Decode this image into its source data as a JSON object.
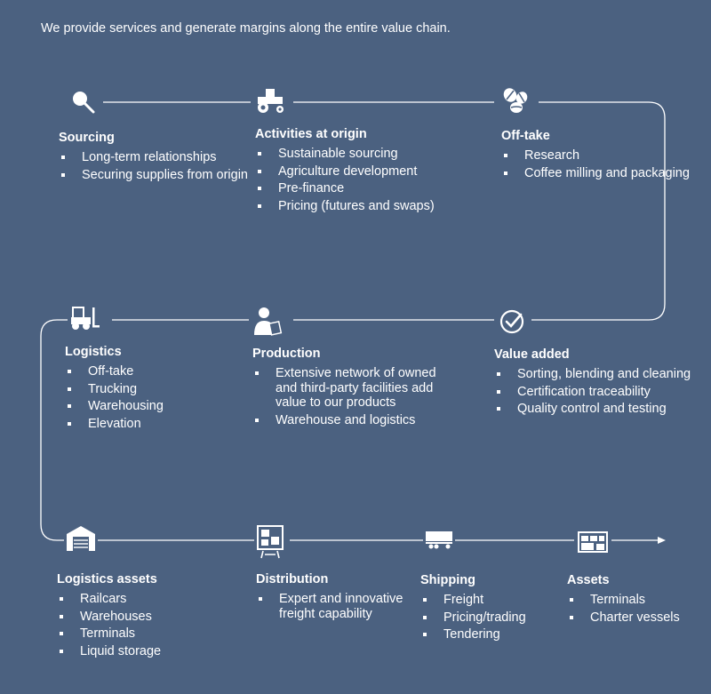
{
  "intro": "We provide services and generate margins along the entire value chain.",
  "colors": {
    "background": "#4b6180",
    "line": "#ffffff",
    "text": "#ffffff"
  },
  "stages": [
    {
      "id": "sourcing",
      "icon": "magnifier-icon",
      "title": "Sourcing",
      "items": [
        "Long-term relationships",
        "Securing supplies from origin"
      ]
    },
    {
      "id": "activities",
      "icon": "tractor-icon",
      "title": "Activities at origin",
      "items": [
        "Sustainable sourcing",
        "Agriculture development",
        "Pre-finance",
        "Pricing (futures and swaps)"
      ]
    },
    {
      "id": "offtake",
      "icon": "coffee-beans-icon",
      "title": "Off-take",
      "items": [
        "Research",
        "Coffee milling and packaging"
      ]
    },
    {
      "id": "logistics",
      "icon": "forklift-icon",
      "title": "Logistics",
      "items": [
        "Off-take",
        "Trucking",
        "Warehousing",
        "Elevation"
      ]
    },
    {
      "id": "production",
      "icon": "worker-clipboard-icon",
      "title": "Production",
      "items": [
        "Extensive network of owned and third-party facilities add value to our products",
        "Warehouse and logistics"
      ]
    },
    {
      "id": "value-added",
      "icon": "check-circle-icon",
      "title": "Value added",
      "items": [
        "Sorting, blending and cleaning",
        "Certification traceability",
        "Quality control and testing"
      ]
    },
    {
      "id": "logistics-assets",
      "icon": "warehouse-icon",
      "title": "Logistics assets",
      "items": [
        "Railcars",
        "Warehouses",
        "Terminals",
        "Liquid storage"
      ]
    },
    {
      "id": "distribution",
      "icon": "container-icon",
      "title": "Distribution",
      "items": [
        "Expert and innovative freight capability"
      ]
    },
    {
      "id": "shipping",
      "icon": "truck-icon",
      "title": "Shipping",
      "items": [
        "Freight",
        "Pricing/trading",
        "Tendering"
      ]
    },
    {
      "id": "assets",
      "icon": "terminal-icon",
      "title": "Assets",
      "items": [
        "Terminals",
        "Charter vessels"
      ]
    }
  ]
}
